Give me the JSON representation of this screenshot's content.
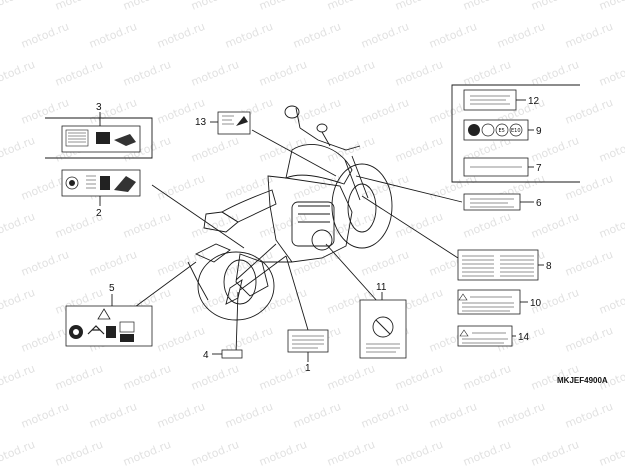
{
  "diagram_code": "MKJEF4900A",
  "watermark": "motod.ru",
  "callouts": [
    {
      "id": "1",
      "label": "1"
    },
    {
      "id": "2",
      "label": "2"
    },
    {
      "id": "3",
      "label": "3"
    },
    {
      "id": "4",
      "label": "4"
    },
    {
      "id": "5",
      "label": "5"
    },
    {
      "id": "6",
      "label": "6"
    },
    {
      "id": "7",
      "label": "7"
    },
    {
      "id": "8",
      "label": "8"
    },
    {
      "id": "9",
      "label": "9"
    },
    {
      "id": "10",
      "label": "10"
    },
    {
      "id": "11",
      "label": "11"
    },
    {
      "id": "12",
      "label": "12"
    },
    {
      "id": "13",
      "label": "13"
    },
    {
      "id": "14",
      "label": "14"
    }
  ],
  "label_glyphs": {
    "e5": "E5",
    "e10": "E10"
  },
  "colors": {
    "line": "#1a1a1a",
    "watermark": "#c9c9c9"
  }
}
